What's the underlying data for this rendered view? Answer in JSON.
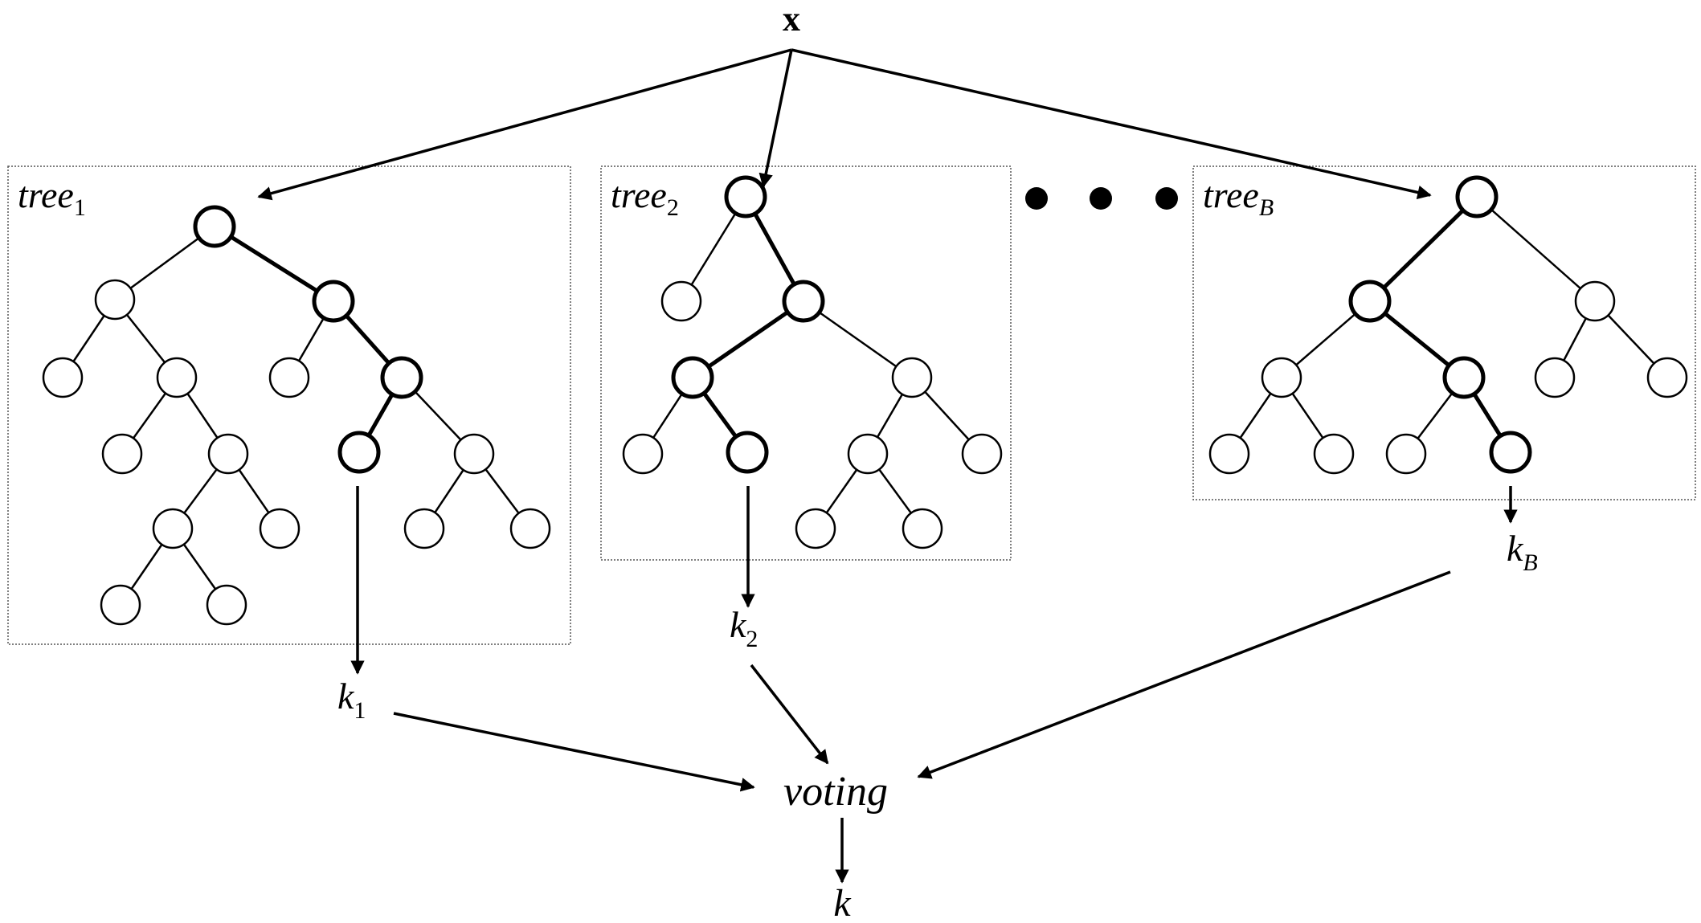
{
  "input": {
    "label": "x"
  },
  "trees": [
    {
      "label": "tree",
      "subscript": "1",
      "output_label": "k",
      "output_subscript": "1"
    },
    {
      "label": "tree",
      "subscript": "2",
      "output_label": "k",
      "output_subscript": "2"
    },
    {
      "label": "tree",
      "subscript": "B",
      "output_label": "k",
      "output_subscript": "B"
    }
  ],
  "ellipsis": {
    "count": 3
  },
  "voting": {
    "label": "voting"
  },
  "output": {
    "label": "k"
  }
}
